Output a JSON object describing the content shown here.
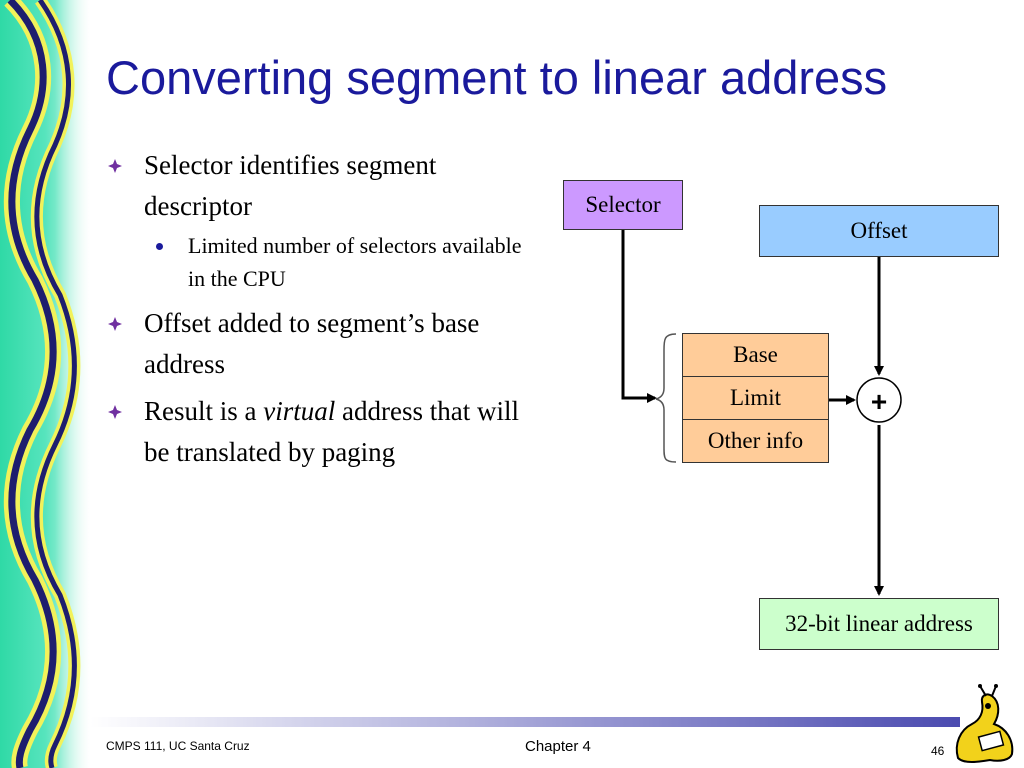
{
  "slide": {
    "title": "Converting segment to linear address",
    "bullets": [
      {
        "text_parts": [
          "Selector identifies segment descriptor"
        ],
        "sub": [
          "Limited number of selectors available in the CPU"
        ]
      },
      {
        "text_parts": [
          "Offset added to segment’s base address"
        ],
        "sub": []
      },
      {
        "text_parts": [
          "Result is a ",
          "virtual",
          " address that will be translated by paging"
        ],
        "sub": []
      }
    ],
    "diagram": {
      "selector": "Selector",
      "offset": "Offset",
      "descriptor_fields": [
        "Base",
        "Limit",
        "Other info"
      ],
      "adder": "+",
      "result": "32-bit linear address"
    },
    "footer": {
      "course": "CMPS 111, UC Santa Cruz",
      "chapter": "Chapter 4",
      "page": "46"
    },
    "colors": {
      "title": "#1a1a9c",
      "selector_fill": "#cc99ff",
      "offset_fill": "#99ccff",
      "descriptor_fill": "#ffcc99",
      "result_fill": "#ccffcc",
      "bullet_marker": "#7030a0"
    }
  }
}
